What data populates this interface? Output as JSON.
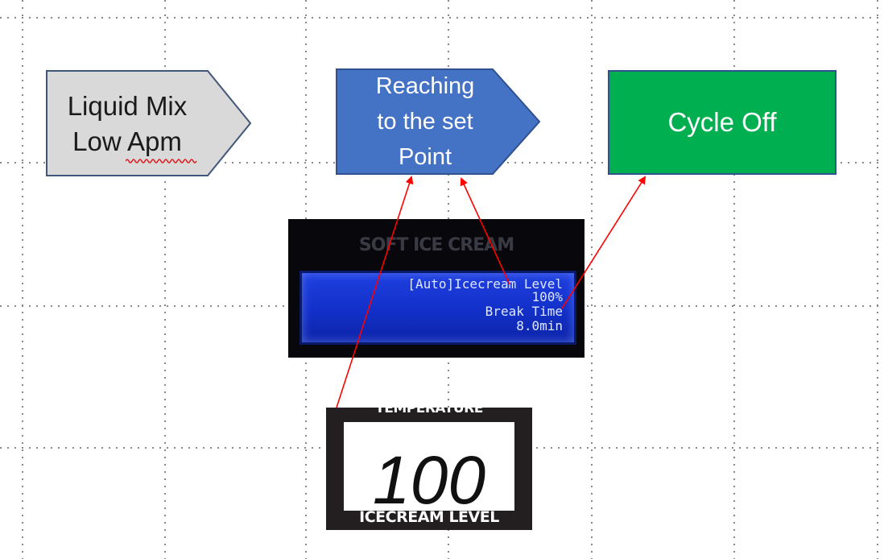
{
  "shapes": {
    "liquid_mix": {
      "text": "Liquid Mix\nLow Apm",
      "fill": "#d9d9d9",
      "stroke": "#41567b"
    },
    "reaching": {
      "text": "Reaching\nto the set\nPoint",
      "fill": "#4472c4",
      "stroke": "#2f528f"
    },
    "cycle_off": {
      "text": "Cycle Off",
      "fill": "#00b050",
      "stroke": "#2f528f"
    }
  },
  "lcd": {
    "brand": "SOFT ICE CREAM",
    "line1": "[Auto]Icecream Level",
    "line2": "100%",
    "line3": "Break Time",
    "line4": "8.0min"
  },
  "gauge": {
    "top_label": "TEMPERATURE",
    "value": "100",
    "bottom_label": "ICECREAM LEVEL"
  },
  "colors": {
    "arrow": "#ff0000",
    "grid_dots": "#808080",
    "lcd_screen": "#1a3ad8",
    "gauge_frame": "#231f20"
  }
}
